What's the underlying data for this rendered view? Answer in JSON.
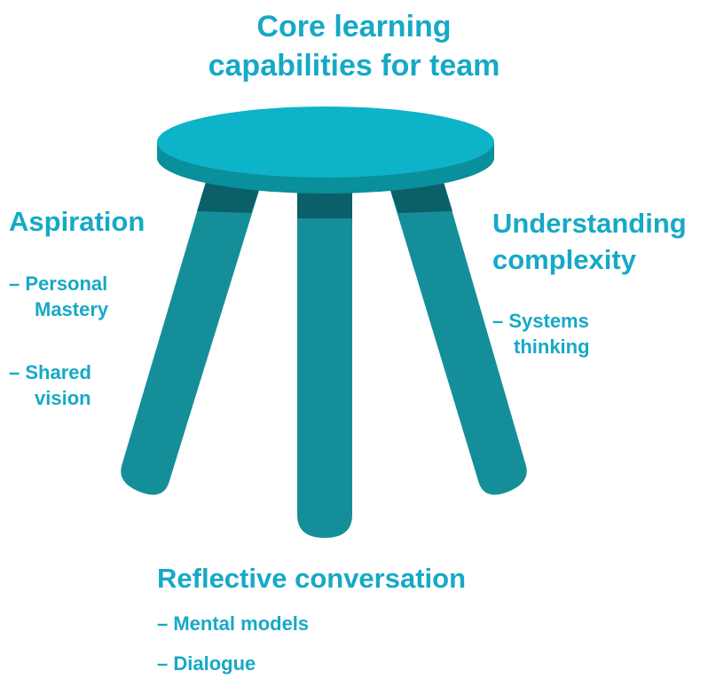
{
  "title": {
    "line1": "Core learning",
    "line2": "capabilities for team"
  },
  "left": {
    "heading": "Aspiration",
    "items": [
      {
        "line1": "–  Personal",
        "line2": "Mastery"
      },
      {
        "line1": "–  Shared",
        "line2": "vision"
      }
    ]
  },
  "right": {
    "heading_line1": "Understanding",
    "heading_line2": "complexity",
    "items": [
      {
        "line1": "– Systems",
        "line2": "thinking"
      }
    ]
  },
  "bottom": {
    "heading": "Reflective conversation",
    "items": [
      "– Mental models",
      "– Dialogue"
    ]
  },
  "colors": {
    "text": "#16a9c6",
    "seat_top": "#0db3c9",
    "seat_side": "#0a8f9c",
    "leg": "#148f9a",
    "leg_band": "#0b5f69"
  }
}
